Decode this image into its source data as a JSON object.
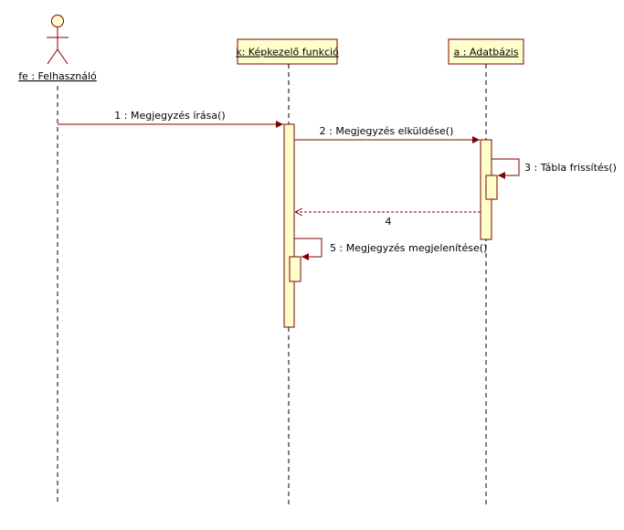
{
  "diagram": {
    "participants": [
      {
        "id": "fe",
        "label": "fe : Felhasználó",
        "kind": "actor"
      },
      {
        "id": "k",
        "label": "k: Képkezelő funkció",
        "kind": "object"
      },
      {
        "id": "a",
        "label": "a : Adatbázis",
        "kind": "object"
      }
    ],
    "messages": [
      {
        "label": "1 : Megjegyzés írása()",
        "from": "fe",
        "to": "k",
        "type": "sync"
      },
      {
        "label": "2 : Megjegyzés elküldése()",
        "from": "k",
        "to": "a",
        "type": "sync"
      },
      {
        "label": "3 : Tábla frissítés()",
        "from": "a",
        "to": "a",
        "type": "self"
      },
      {
        "label": "4",
        "from": "a",
        "to": "k",
        "type": "return"
      },
      {
        "label": "5 : Megjegyzés megjelenítése()",
        "from": "k",
        "to": "k",
        "type": "self"
      }
    ],
    "colors": {
      "box_fill": "#FFFFCC",
      "stroke": "#7F0000",
      "line": "#000000"
    }
  }
}
